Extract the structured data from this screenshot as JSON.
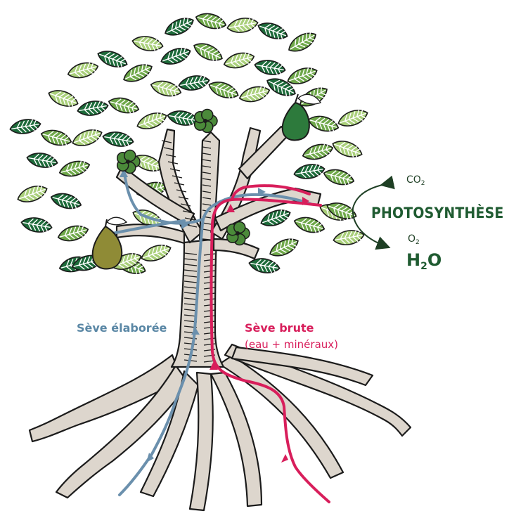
{
  "labels": {
    "co2": {
      "base": "CO",
      "sub": "2"
    },
    "photosynthesis": "PHOTOSYNTHÈSE",
    "o2": {
      "base": "O",
      "sub": "2"
    },
    "h2o": {
      "base1": "H",
      "sub": "2",
      "base2": "O"
    },
    "elaborated_sap": "Sève élaborée",
    "raw_sap": "Sève brute",
    "raw_sap_detail": "(eau + minéraux)"
  },
  "colors": {
    "elaborated_sap_arrow": "#6b90ad",
    "raw_sap_arrow": "#d81e5b",
    "leaf_dark": "#1d6b3a",
    "leaf_mid": "#6fa84a",
    "leaf_light": "#a9cf7a",
    "trunk": "#ddd6cd",
    "outline": "#1b1b1b",
    "pear": "#8f8b36",
    "flower": "#4b8a3a",
    "label_green": "#1f5b31"
  },
  "icons": [
    "leaf-icon",
    "pear-icon",
    "flower-icon",
    "curved-arrow-icon"
  ]
}
